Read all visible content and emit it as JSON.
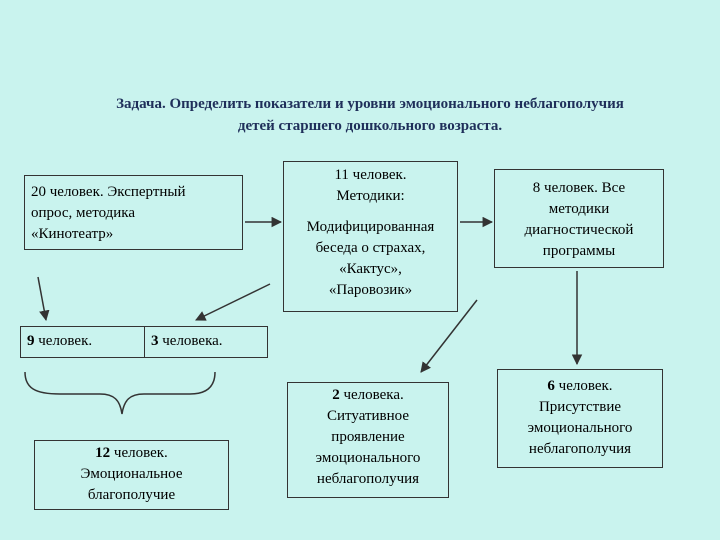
{
  "title": {
    "line1": "Задача. Определить показатели и уровни эмоционального неблагополучия",
    "line2": "детей старшего дошкольного возраста."
  },
  "boxes": {
    "expert": {
      "lines": [
        "20 человек. Экспертный",
        "опрос,  методика",
        "«Кинотеатр»"
      ]
    },
    "methods": {
      "lines": [
        "11 человек.",
        "Методики:",
        "",
        "Модифицированная",
        "беседа о страхах,",
        "«Кактус»,",
        "«Паровозик»"
      ]
    },
    "all_methods": {
      "lines": [
        "8 человек. Все",
        "методики",
        "диагностической",
        "программы"
      ]
    },
    "nine": {
      "bold": "9",
      "text": " человек."
    },
    "three": {
      "bold": "3",
      "text": " человека."
    },
    "twelve": {
      "lines": [
        {
          "bold": "12",
          "text": " человек."
        },
        {
          "bold": "",
          "text": "Эмоциональное"
        },
        {
          "bold": "",
          "text": "благополучие"
        }
      ]
    },
    "two": {
      "lines": [
        {
          "bold": "2",
          "text": " человека."
        },
        {
          "bold": "",
          "text": "Ситуативное"
        },
        {
          "bold": "",
          "text": "проявление"
        },
        {
          "bold": "",
          "text": "эмоционального"
        },
        {
          "bold": "",
          "text": "неблагополучия"
        }
      ]
    },
    "six": {
      "lines": [
        {
          "bold": "6",
          "text": " человек."
        },
        {
          "bold": "",
          "text": "Присутствие"
        },
        {
          "bold": "",
          "text": "эмоционального"
        },
        {
          "bold": "",
          "text": "неблагополучия"
        }
      ]
    }
  },
  "colors": {
    "background": "#c9f3ee",
    "title": "#1f2f5a",
    "lines": "#333333"
  }
}
